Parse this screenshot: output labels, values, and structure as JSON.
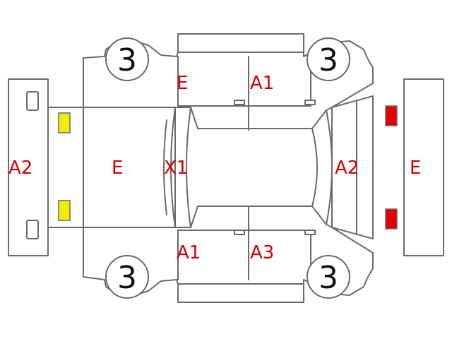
{
  "labels": {
    "left_bumper": "A2",
    "rear_panel": "E",
    "rear_pillar": "X1",
    "roof_left_rear": "E",
    "roof_left_front": "A1",
    "roof_right_rear": "A1",
    "roof_right_front": "A3",
    "hood": "A2",
    "front_bumper": "E"
  },
  "wheels": {
    "rear_left": "3",
    "front_left": "3",
    "rear_right": "3",
    "front_right": "3"
  },
  "colors": {
    "mark_text": "#d60000",
    "outline": "#6a6a6a",
    "rear_lamp": "#f2ee00",
    "front_lamp": "#e00000"
  }
}
